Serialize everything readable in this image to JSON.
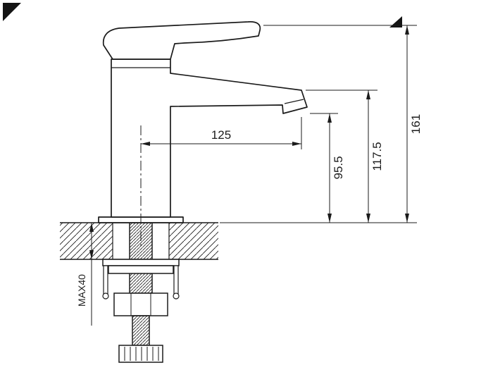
{
  "page": {
    "background": "#ffffff",
    "ink": "#1b1b1b"
  },
  "drawing": {
    "type": "technical-dimension-drawing",
    "subject": "single-lever basin faucet side elevation with deck mounting cross-section",
    "dimensions": {
      "spout_reach_mm": "125",
      "spout_outlet_height_mm": "95.5",
      "spout_top_height_mm": "117.5",
      "overall_height_mm": "161",
      "max_deck_thickness": "MAX40"
    }
  }
}
